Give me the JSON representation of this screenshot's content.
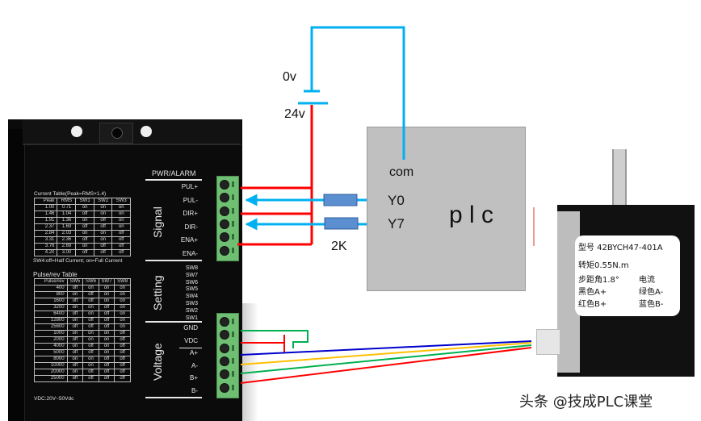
{
  "diagram": {
    "title": "PLC stepper driver wiring diagram",
    "power": {
      "zero_label": "0v",
      "supply_label": "24v"
    },
    "plc": {
      "label": "p l c",
      "com_label": "com",
      "outputs": [
        {
          "label": "Y0"
        },
        {
          "label": "Y7"
        }
      ],
      "resistor_label": "2K"
    },
    "driver": {
      "signal_section": {
        "header": "PWR/ALARM",
        "title": "Signal",
        "pins": [
          "PUL+",
          "PUL-",
          "DIR+",
          "DIR-",
          "ENA+",
          "ENA-"
        ]
      },
      "setting_section": {
        "title": "Setting",
        "switches": [
          "SW8",
          "SW7",
          "SW6",
          "SW5",
          "SW4",
          "SW3",
          "SW2",
          "SW1"
        ]
      },
      "voltage_section": {
        "title": "Voltage",
        "pins": [
          "GND",
          "VDC",
          "A+",
          "A-",
          "B+",
          "B-"
        ]
      },
      "current_table": {
        "caption": "Current Table(Peak=RMS×1.4)",
        "headers": [
          "Peak",
          "RMS",
          "SW1",
          "SW2",
          "SW3"
        ],
        "rows": [
          [
            "1.00",
            "0.71",
            "on",
            "on",
            "on"
          ],
          [
            "1.46",
            "1.04",
            "off",
            "on",
            "on"
          ],
          [
            "1.91",
            "1.36",
            "on",
            "off",
            "on"
          ],
          [
            "2.37",
            "1.69",
            "off",
            "off",
            "on"
          ],
          [
            "2.84",
            "2.03",
            "on",
            "on",
            "off"
          ],
          [
            "3.31",
            "2.36",
            "off",
            "on",
            "off"
          ],
          [
            "3.76",
            "2.69",
            "on",
            "off",
            "off"
          ],
          [
            "4.20",
            "3.00",
            "off",
            "off",
            "off"
          ]
        ],
        "note": "SW4:off=Half Current; on=Full Current"
      },
      "pulse_table": {
        "caption": "Pulse/rev Table",
        "headers": [
          "Pulse/rev",
          "SW5",
          "SW6",
          "SW7",
          "SW8"
        ],
        "rows": [
          [
            "400",
            "off",
            "on",
            "on",
            "on"
          ],
          [
            "800",
            "on",
            "off",
            "on",
            "on"
          ],
          [
            "1600",
            "off",
            "off",
            "on",
            "on"
          ],
          [
            "3200",
            "on",
            "on",
            "off",
            "on"
          ],
          [
            "6400",
            "off",
            "on",
            "off",
            "on"
          ],
          [
            "12800",
            "on",
            "off",
            "off",
            "on"
          ],
          [
            "25600",
            "off",
            "off",
            "off",
            "on"
          ],
          [
            "1000",
            "on",
            "on",
            "on",
            "off"
          ],
          [
            "2000",
            "off",
            "on",
            "on",
            "off"
          ],
          [
            "4000",
            "on",
            "off",
            "on",
            "off"
          ],
          [
            "5000",
            "off",
            "off",
            "on",
            "off"
          ],
          [
            "8000",
            "on",
            "on",
            "off",
            "off"
          ],
          [
            "10000",
            "off",
            "on",
            "off",
            "off"
          ],
          [
            "20000",
            "on",
            "off",
            "off",
            "off"
          ],
          [
            "25000",
            "off",
            "off",
            "off",
            "off"
          ]
        ],
        "note": "VDC:20V~50Vdc"
      }
    },
    "motor": {
      "label_lines": {
        "model": "型号 42BYCH47-401A",
        "torque": "转矩0.55N.m",
        "step_angle": "步距角1.8°",
        "current": "电流",
        "black": "黑色A+",
        "green": "绿色A-",
        "red": "红色B+",
        "blue": "蓝色B-"
      }
    },
    "colors": {
      "signal_wire": "#00b0f0",
      "power_wire": "#ff0000",
      "resistor": "#5b8fd0",
      "plc_box": "#c0c0c0",
      "motor_a_plus": "#0000cc",
      "motor_a_minus": "#ffc000",
      "motor_b_plus": "#00b050",
      "motor_b_minus": "#ff0000",
      "gnd_wire": "#00b050",
      "vdc_wire": "#ff0000"
    },
    "watermark": "头条 @技成PLC课堂"
  }
}
